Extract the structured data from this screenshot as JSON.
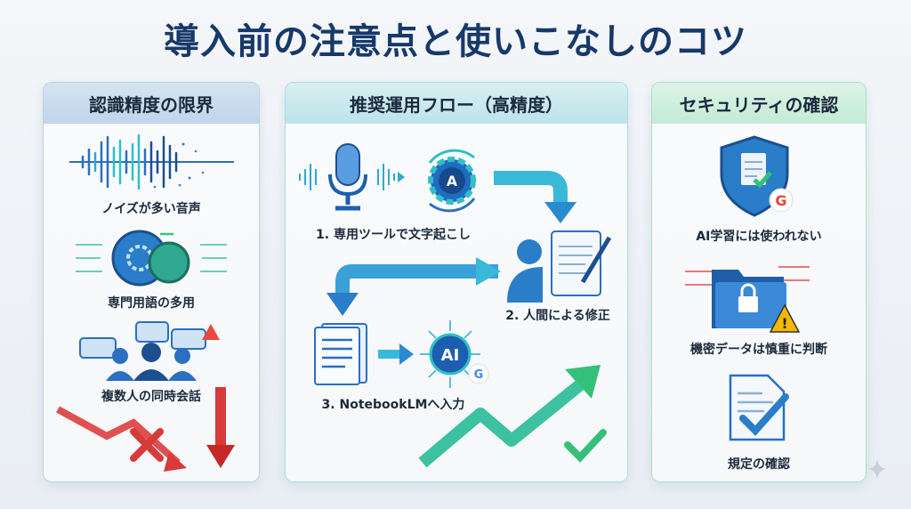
{
  "title": "導入前の注意点と使いこなしのコツ",
  "panels": {
    "limits": {
      "heading": "認識精度の限界",
      "items": [
        "ノイズが多い音声",
        "専門用語の多用",
        "複数人の同時会話"
      ]
    },
    "flow": {
      "heading": "推奨運用フロー（高精度）",
      "steps": [
        "1. 専用ツールで文字起こし",
        "2. 人間による修正",
        "3. NotebookLMへ入力"
      ],
      "ai_badge": "AI"
    },
    "security": {
      "heading": "セキュリティの確認",
      "items": [
        "AI学習には使われない",
        "機密データは慎重に判断",
        "規定の確認"
      ]
    }
  },
  "colors": {
    "title": "#17396a",
    "blue": "#2f7fd0",
    "teal": "#2fc0c8",
    "green": "#3cc27a",
    "red": "#d83a3a"
  }
}
